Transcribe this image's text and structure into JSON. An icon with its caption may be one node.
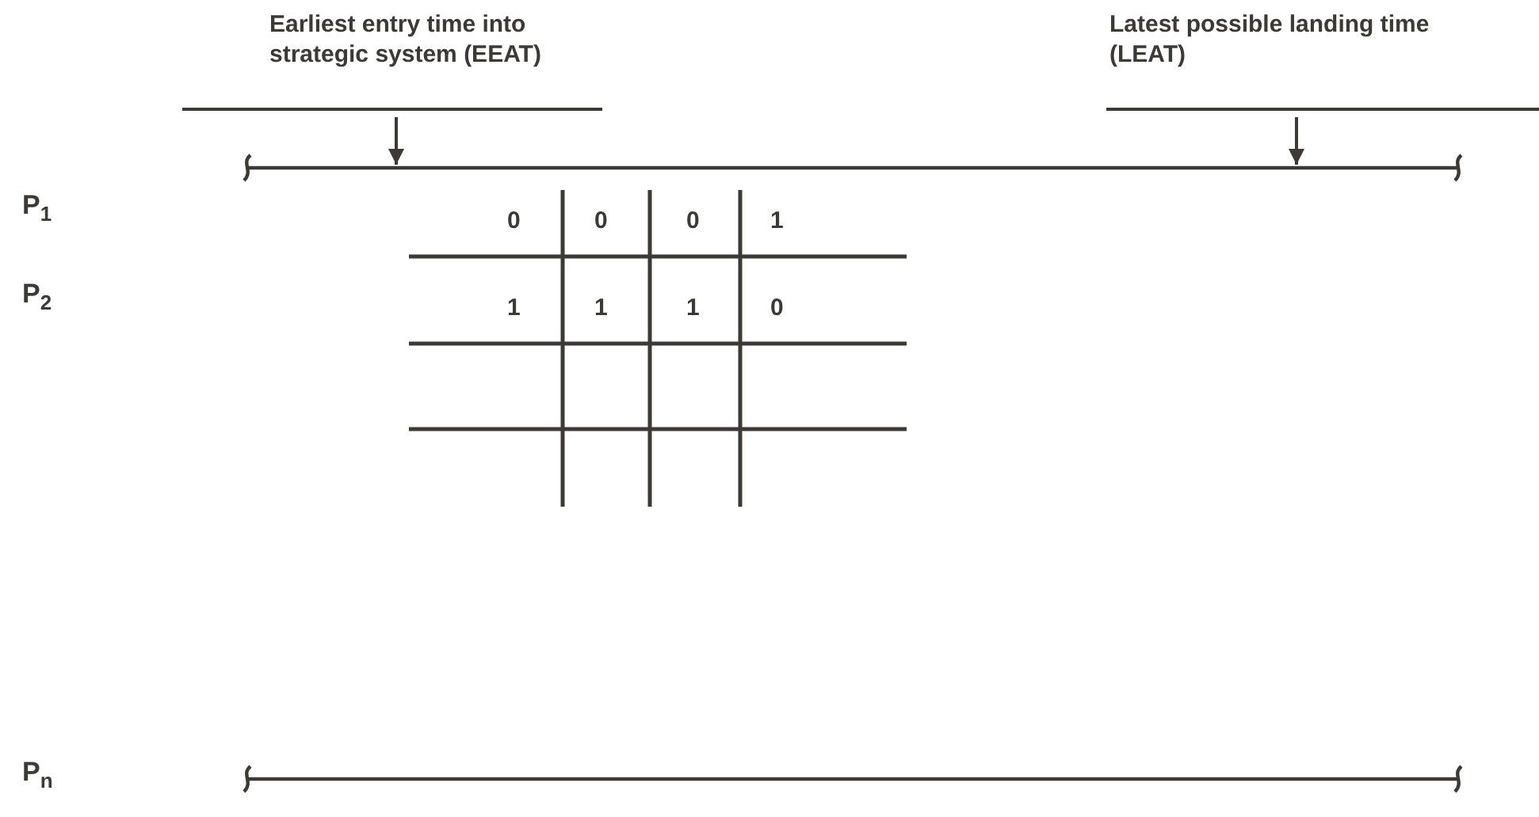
{
  "diagram": {
    "nodes": [
      {
        "text": [
          "Earliest entry time into strategic system (EEAT)"
        ]
      },
      {
        "text": [
          "Latest possible landing time (LEAT)"
        ]
      },
      {
        "text": [],
        "shape": "line"
      },
      {
        "text": [],
        "shape": "line"
      }
    ],
    "edges": [
      {
        "from": 0,
        "to": 2,
        "arrow": "to"
      },
      {
        "from": 1,
        "to": 2,
        "arrow": "to"
      }
    ],
    "labels": [
      "P$_{1}$",
      "0",
      "0",
      "0",
      "1",
      "P$_{2}$",
      "1",
      "1",
      "1",
      "0",
      "P$_{n}$"
    ]
  }
}
